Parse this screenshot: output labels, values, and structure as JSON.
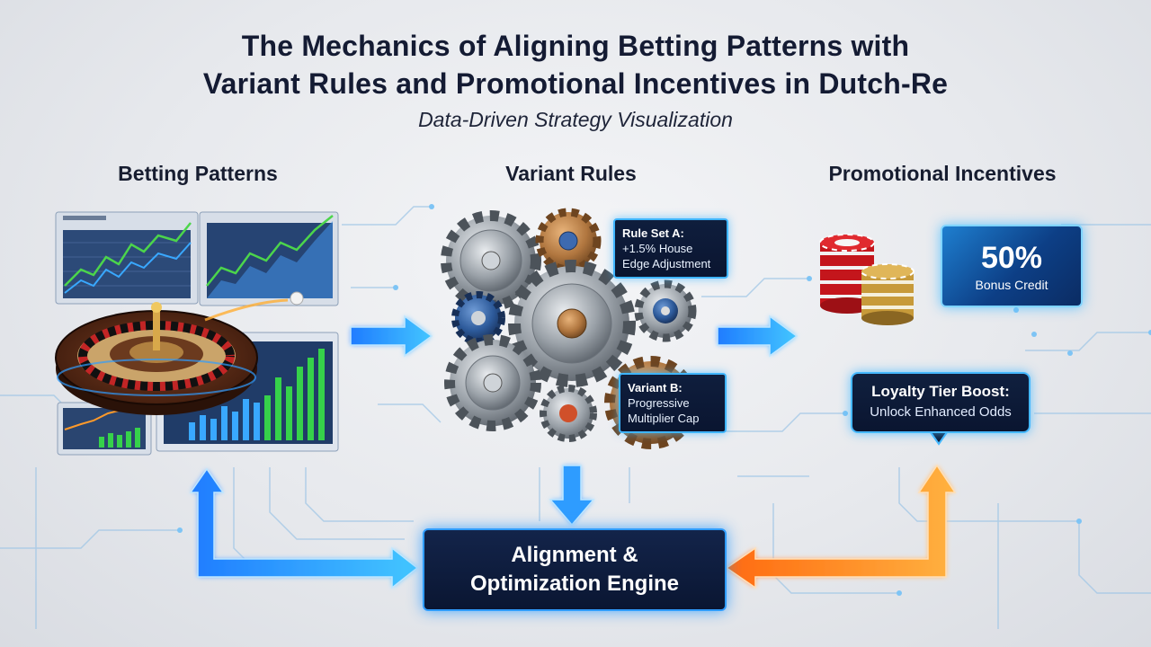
{
  "title": {
    "line1": "The Mechanics of Aligning Betting Patterns with",
    "line2": "Variant Rules and Promotional Incentives in Dutch-Re"
  },
  "subtitle": "Data-Driven Strategy Visualization",
  "columns": {
    "betting": "Betting Patterns",
    "variant": "Variant Rules",
    "promo": "Promotional Incentives"
  },
  "rule_a": {
    "title": "Rule Set A:",
    "text": "+1.5% House Edge Adjustment"
  },
  "variant_b": {
    "title": "Variant B:",
    "text": "Progressive Multiplier Cap"
  },
  "bonus": {
    "value": "50%",
    "label": "Bonus Credit"
  },
  "loyalty": {
    "title": "Loyalty Tier Boost:",
    "text": "Unlock Enhanced Odds"
  },
  "engine": {
    "line1": "Alignment &",
    "line2": "Optimization Engine"
  },
  "colors": {
    "accent_blue": "#2f9cff",
    "accent_orange": "#ff7a1a",
    "panel_dark": "#0a1632"
  }
}
